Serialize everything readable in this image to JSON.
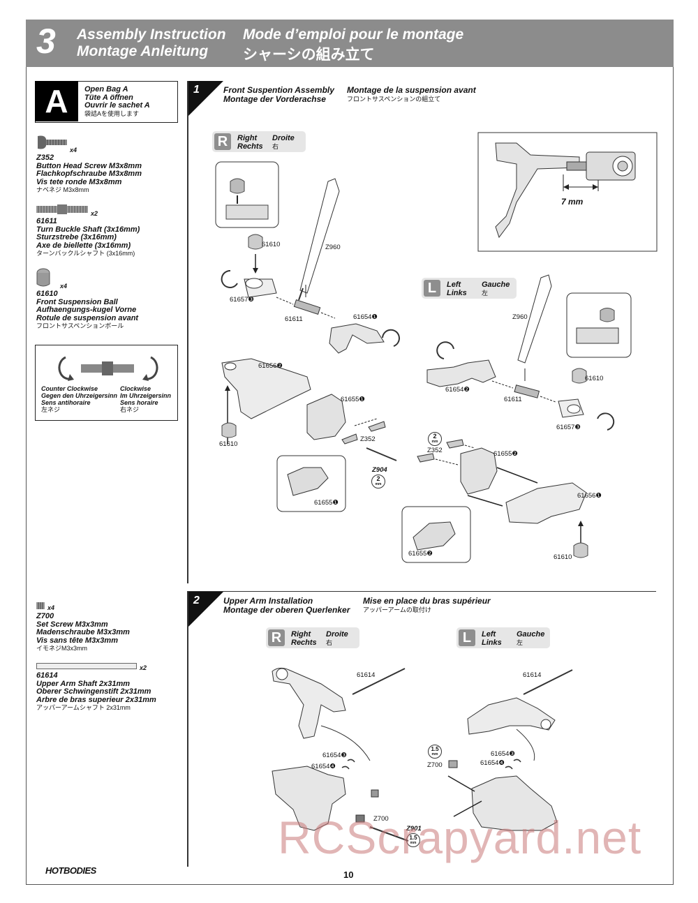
{
  "header": {
    "step": "3",
    "title_en": "Assembly Instruction",
    "title_de": "Montage Anleitung",
    "title_fr": "Mode d’emploi pour le montage",
    "title_jp": "シャーシの組み立て"
  },
  "bag": {
    "letter": "A",
    "lines": [
      "Open Bag A",
      "Tüte A öffnen",
      "Ouvrir le sachet A"
    ],
    "jp": "袋詰Aを使用します"
  },
  "parts": [
    {
      "qty": "x4",
      "code": "Z352",
      "en": "Button Head Screw M3x8mm",
      "de": "Flachkopfschraube M3x8mm",
      "fr": "Vis tete ronde M3x8mm",
      "jp": "ナベネジ M3x8mm"
    },
    {
      "qty": "x2",
      "code": "61611",
      "en": "Turn Buckle Shaft (3x16mm)",
      "de": "Sturzstrebe (3x16mm)",
      "fr": "Axe de biellette (3x16mm)",
      "jp": "ターンバックルシャフト (3x16mm)"
    },
    {
      "qty": "x4",
      "code": "61610",
      "en": "Front Suspension Ball",
      "de": "Aufhaengungs-kugel Vorne",
      "fr": "Rotule de suspension avant",
      "jp": "フロントサスペンションボール"
    },
    {
      "qty": "x4",
      "code": "Z700",
      "en": "Set Screw M3x3mm",
      "de": "Madenschraube M3x3mm",
      "fr": "Vis sans tête M3x3mm",
      "jp": "イモネジM3x3mm"
    },
    {
      "qty": "x2",
      "code": "61614",
      "en": "Upper Arm Shaft 2x31mm",
      "de": "Oberer Schwingenstift 2x31mm",
      "fr": "Arbre de bras superieur 2x31mm",
      "jp": "アッパーアームシャフト 2x31mm"
    }
  ],
  "rotation": {
    "ccw": {
      "en": "Counter Clockwise",
      "de": "Gegen den Uhrzeigersinn",
      "fr": "Sens antihoraire",
      "jp": "左ネジ"
    },
    "cw": {
      "en": "Clockwise",
      "de": "Im Uhrzeigersinn",
      "fr": "Sens horaire",
      "jp": "右ネジ"
    }
  },
  "step1": {
    "num": "1",
    "title_en": "Front Suspention Assembly",
    "title_de": "Montage der Vorderachse",
    "title_fr": "Montage de la suspension avant",
    "title_jp": "フロントサスペンションの組立て",
    "right": {
      "letter": "R",
      "en": "Right",
      "de": "Rechts",
      "fr": "Droite",
      "jp": "右"
    },
    "left": {
      "letter": "L",
      "en": "Left",
      "de": "Links",
      "fr": "Gauche",
      "jp": "左"
    },
    "dimension": "7 mm",
    "labels": {
      "z960": "Z960",
      "p61610": "61610",
      "p61657_3": "61657❸",
      "p61611": "61611",
      "p61654_1": "61654❶",
      "p61656_2": "61656❷",
      "p61655_1": "61655❶",
      "z352": "Z352",
      "z904": "Z904",
      "tool2": "2",
      "mm": "mm",
      "p61654_2": "61654❷",
      "p61655_2": "61655❷",
      "p61656_1": "61656❶"
    }
  },
  "step2": {
    "num": "2",
    "title_en": "Upper Arm Installation",
    "title_de": "Montage der oberen Querlenker",
    "title_fr": "Mise en place du bras supérieur",
    "title_jp": "アッパーアームの取付け",
    "right": {
      "letter": "R",
      "en": "Right",
      "de": "Rechts",
      "fr": "Droite",
      "jp": "右"
    },
    "left": {
      "letter": "L",
      "en": "Left",
      "de": "Links",
      "fr": "Gauche",
      "jp": "左"
    },
    "labels": {
      "p61614": "61614",
      "p61654_3": "61654❸",
      "p61654_4": "61654❹",
      "z700": "Z700",
      "z901": "Z901",
      "tool15": "1.5",
      "mm": "mm"
    }
  },
  "footer": {
    "page": "10",
    "logo": "HOTBODIES",
    "watermark": "RCScrapyard.net"
  }
}
